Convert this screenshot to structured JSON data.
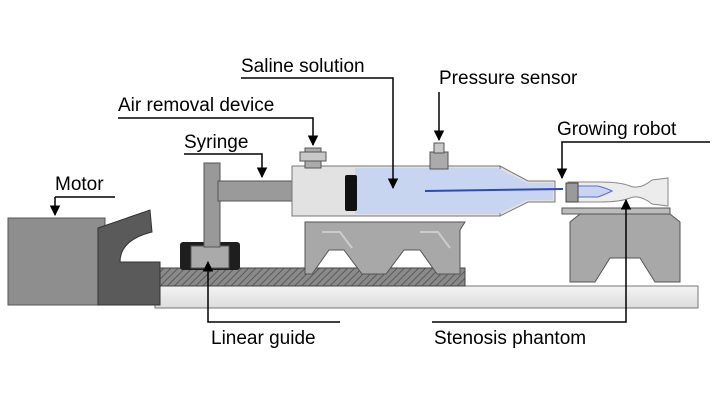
{
  "labels": {
    "saline": "Saline solution",
    "pressure": "Pressure sensor",
    "air": "Air removal device",
    "syringe": "Syringe",
    "robot": "Growing robot",
    "motor": "Motor",
    "guide": "Linear guide",
    "stenosis": "Stenosis phantom"
  }
}
